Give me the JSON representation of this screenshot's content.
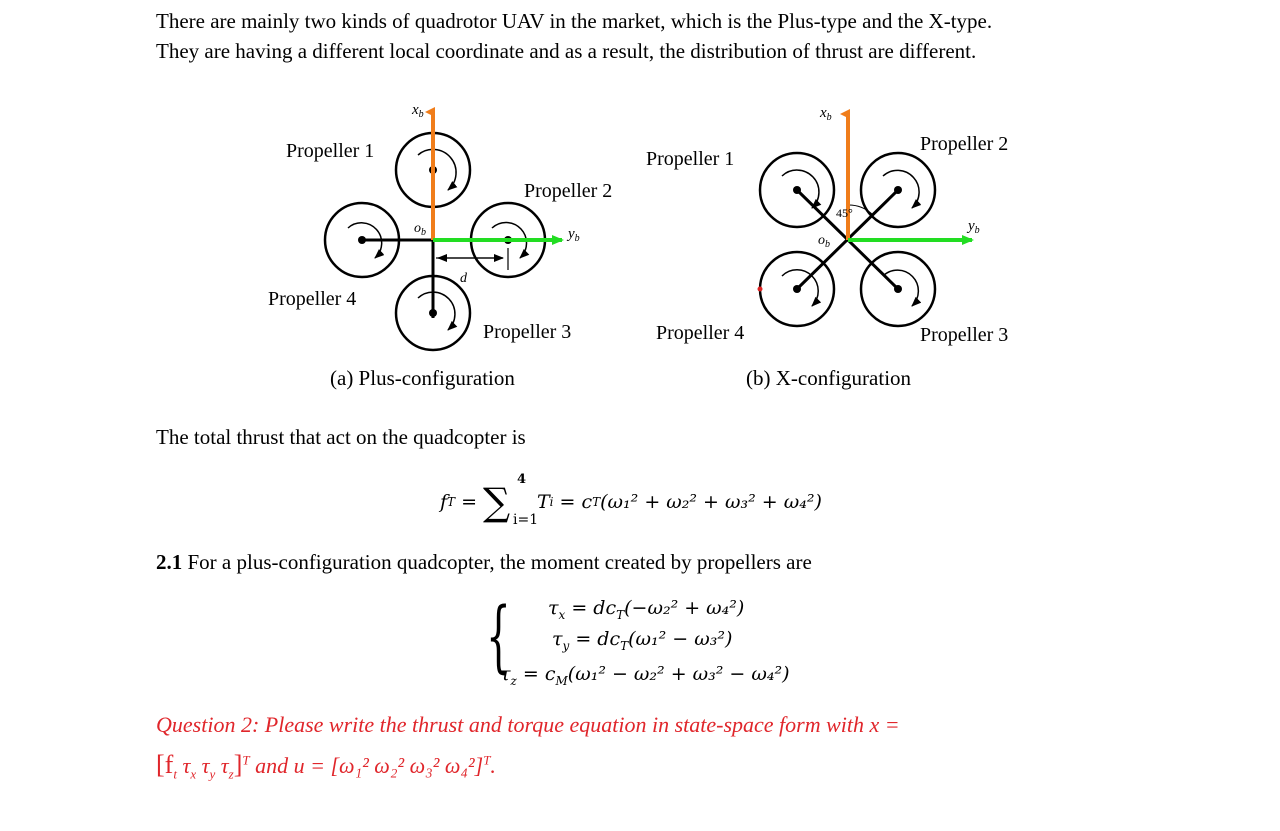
{
  "intro": {
    "line1": "There are mainly two kinds of quadrotor UAV in the market, which is the Plus-type and the X-type.",
    "line2": "They are having a different local coordinate and as a result, the distribution of thrust are different."
  },
  "figure_a": {
    "propeller1": "Propeller 1",
    "propeller2": "Propeller 2",
    "propeller3": "Propeller 3",
    "propeller4": "Propeller 4",
    "x_axis": "x",
    "x_sub": "b",
    "y_axis": "y",
    "y_sub": "b",
    "origin": "o",
    "origin_sub": "b",
    "arm_length": "d",
    "caption": "(a) Plus-configuration"
  },
  "figure_b": {
    "propeller1": "Propeller 1",
    "propeller2": "Propeller 2",
    "propeller3": "Propeller 3",
    "propeller4": "Propeller 4",
    "x_axis": "x",
    "x_sub": "b",
    "y_axis": "y",
    "y_sub": "b",
    "origin": "o",
    "origin_sub": "b",
    "angle": "45°",
    "caption": "(b) X-configuration"
  },
  "thrust_intro": "The total thrust that act on the quadcopter is",
  "eq_thrust": {
    "lhs": "f",
    "lhs_sub": "T",
    "equals": "=",
    "sum": "∑",
    "sum_upper": "4",
    "sum_lower": "i=1",
    "rhs": "T",
    "rhs_sub": "i",
    "rest": "= c",
    "rest_sub": "T",
    "paren": "(ω₁² + ω₂² + ω₃² + ω₄²)"
  },
  "section": {
    "number": "2.1",
    "text": " For a plus-configuration quadcopter, the moment created by propellers are"
  },
  "moments": {
    "tx": "τ",
    "tx_sub": "x",
    "tx_rhs": "= dc",
    "tx_rhs_sub": "T",
    "tx_paren": "(−ω₂² + ω₄²)",
    "ty": "τ",
    "ty_sub": "y",
    "ty_rhs": "= dc",
    "ty_rhs_sub": "T",
    "ty_paren": "(ω₁² − ω₃²)",
    "tz": "τ",
    "tz_sub": "z",
    "tz_rhs": "= c",
    "tz_rhs_sub": "M",
    "tz_paren": "(ω₁² − ω₂² + ω₃² − ω₄²)"
  },
  "question": {
    "line1": "Question 2: Please write the thrust and torque equation in state-space form with x =",
    "line2a": "[f",
    "line2a_sub": "t",
    "line2b": " τ",
    "line2b_sub": "x",
    "line2c": " τ",
    "line2c_sub": "y",
    "line2d": " τ",
    "line2d_sub": "z",
    "line2e": "]",
    "line2e_sup": "T",
    "line2f": " and u = [ω₁² ω₂² ω₃² ω₄²]",
    "line2f_sup": "T",
    "line2g": "."
  },
  "colors": {
    "x_axis": "#f07d1a",
    "y_axis": "#22dd22",
    "question": "#e0262b"
  }
}
